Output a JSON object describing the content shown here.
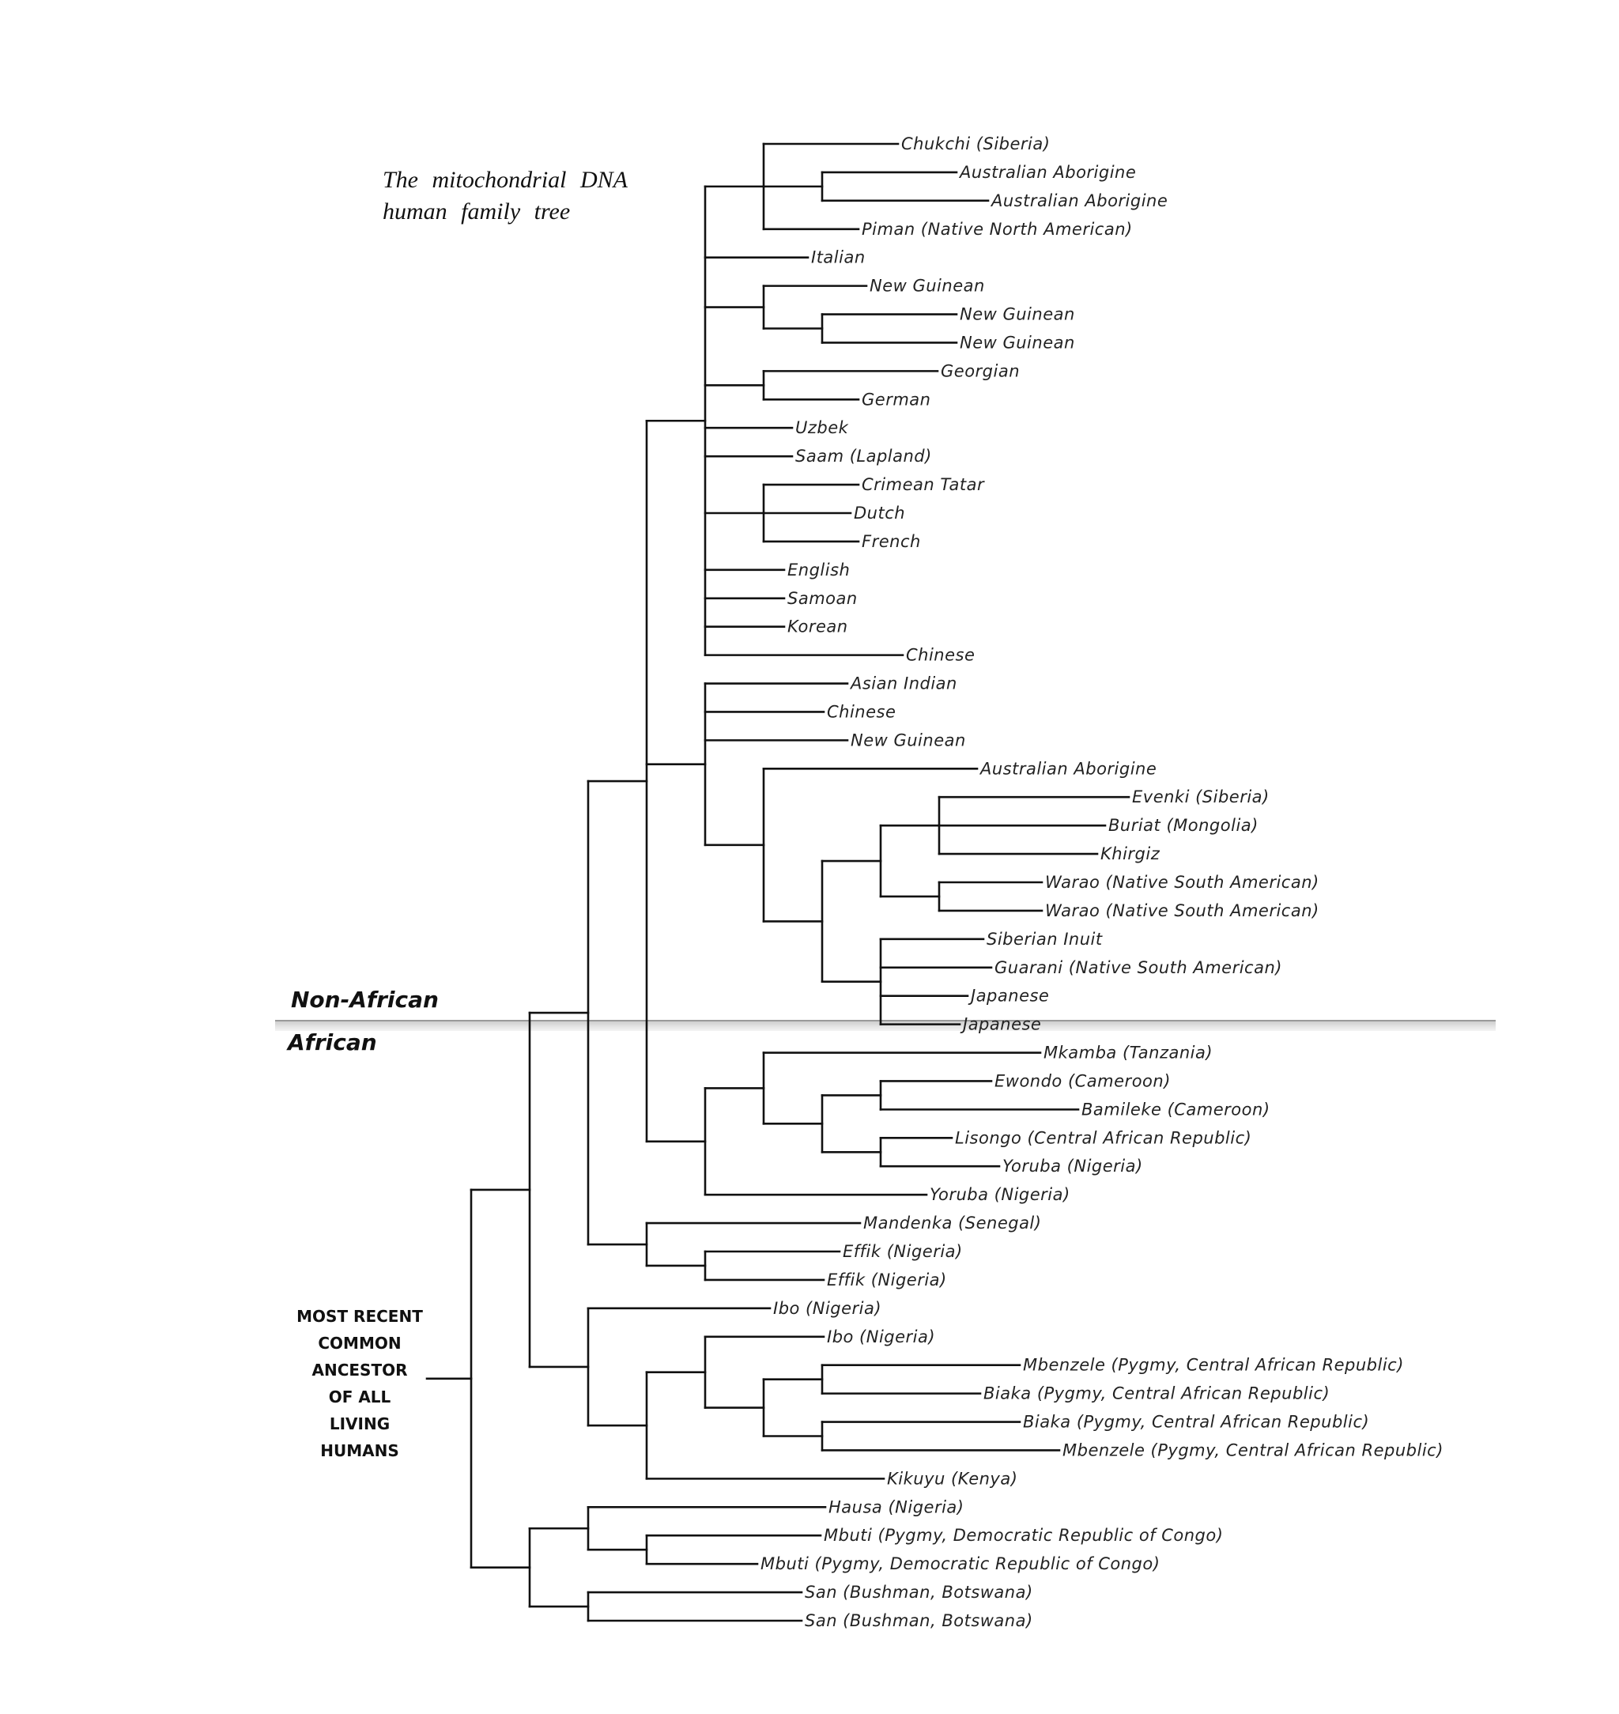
{
  "title": {
    "line1": "The mitochondrial DNA",
    "line2": "human family tree"
  },
  "regions": {
    "upper": "Non-African",
    "lower": "African"
  },
  "root_label": [
    "MOST RECENT",
    "COMMON",
    "ANCESTOR",
    "OF ALL",
    "LIVING",
    "HUMANS"
  ],
  "tree": {
    "children": [
      {
        "children": [
          {
            "children": [
              {
                "children": [
                  {
                    "children": [
                      {
                        "children": [
                          {
                            "label": "Chukchi (Siberia)"
                          },
                          {
                            "children": [
                              {
                                "label": "Australian Aborigine"
                              },
                              {
                                "label": "Australian Aborigine"
                              }
                            ]
                          },
                          {
                            "label": "Piman (Native North American)"
                          }
                        ]
                      },
                      {
                        "label": "Italian"
                      },
                      {
                        "children": [
                          {
                            "label": "New Guinean"
                          },
                          {
                            "children": [
                              {
                                "label": "New Guinean"
                              },
                              {
                                "label": "New Guinean"
                              }
                            ]
                          }
                        ]
                      },
                      {
                        "children": [
                          {
                            "label": "Georgian"
                          },
                          {
                            "label": "German"
                          }
                        ]
                      },
                      {
                        "label": "Uzbek"
                      },
                      {
                        "label": "Saam (Lapland)"
                      },
                      {
                        "children": [
                          {
                            "label": "Crimean Tatar"
                          },
                          {
                            "label": "Dutch"
                          },
                          {
                            "label": "French"
                          }
                        ]
                      },
                      {
                        "label": "English"
                      },
                      {
                        "label": "Samoan"
                      },
                      {
                        "label": "Korean"
                      },
                      {
                        "label": "Chinese"
                      }
                    ]
                  },
                  {
                    "children": [
                      {
                        "label": "Asian Indian"
                      },
                      {
                        "label": "Chinese"
                      },
                      {
                        "label": "New Guinean"
                      },
                      {
                        "children": [
                          {
                            "label": "Australian Aborigine"
                          },
                          {
                            "children": [
                              {
                                "children": [
                                  {
                                    "children": [
                                      {
                                        "label": "Evenki (Siberia)"
                                      },
                                      {
                                        "label": "Buriat (Mongolia)"
                                      },
                                      {
                                        "label": "Khirgiz"
                                      }
                                    ]
                                  },
                                  {
                                    "children": [
                                      {
                                        "label": "Warao (Native South American)"
                                      },
                                      {
                                        "label": "Warao (Native South American)"
                                      }
                                    ]
                                  }
                                ]
                              },
                              {
                                "children": [
                                  {
                                    "label": "Siberian Inuit"
                                  },
                                  {
                                    "label": "Guarani (Native South American)"
                                  },
                                  {
                                    "label": "Japanese"
                                  },
                                  {
                                    "label": "Japanese"
                                  }
                                ]
                              }
                            ]
                          }
                        ]
                      }
                    ]
                  },
                  {
                    "children": [
                      {
                        "children": [
                          {
                            "label": "Mkamba (Tanzania)"
                          },
                          {
                            "children": [
                              {
                                "children": [
                                  {
                                    "label": "Ewondo (Cameroon)"
                                  },
                                  {
                                    "label": "Bamileke (Cameroon)"
                                  }
                                ]
                              },
                              {
                                "children": [
                                  {
                                    "label": "Lisongo (Central African Republic)"
                                  },
                                  {
                                    "label": "Yoruba (Nigeria)"
                                  }
                                ]
                              }
                            ]
                          }
                        ]
                      },
                      {
                        "label": "Yoruba (Nigeria)"
                      }
                    ]
                  }
                ]
              },
              {
                "children": [
                  {
                    "label": "Mandenka (Senegal)"
                  },
                  {
                    "children": [
                      {
                        "label": "Effik (Nigeria)"
                      },
                      {
                        "label": "Effik (Nigeria)"
                      }
                    ]
                  }
                ]
              }
            ]
          },
          {
            "children": [
              {
                "label": "Ibo (Nigeria)"
              },
              {
                "children": [
                  {
                    "children": [
                      {
                        "label": "Ibo (Nigeria)"
                      },
                      {
                        "children": [
                          {
                            "children": [
                              {
                                "label": "Mbenzele (Pygmy, Central African Republic)"
                              },
                              {
                                "label": "Biaka (Pygmy, Central African Republic)"
                              }
                            ]
                          },
                          {
                            "children": [
                              {
                                "label": "Biaka (Pygmy, Central African Republic)"
                              },
                              {
                                "label": "Mbenzele (Pygmy, Central African Republic)"
                              }
                            ]
                          }
                        ]
                      }
                    ]
                  },
                  {
                    "label": "Kikuyu (Kenya)"
                  }
                ]
              }
            ]
          }
        ]
      },
      {
        "children": [
          {
            "children": [
              {
                "label": "Hausa (Nigeria)"
              },
              {
                "children": [
                  {
                    "label": "Mbuti (Pygmy, Democratic Republic of Congo)"
                  },
                  {
                    "label": "Mbuti (Pygmy, Democratic Republic of Congo)"
                  }
                ]
              }
            ]
          },
          {
            "children": [
              {
                "label": "San (Bushman, Botswana)"
              },
              {
                "label": "San (Bushman, Botswana)"
              }
            ]
          }
        ]
      }
    ]
  }
}
